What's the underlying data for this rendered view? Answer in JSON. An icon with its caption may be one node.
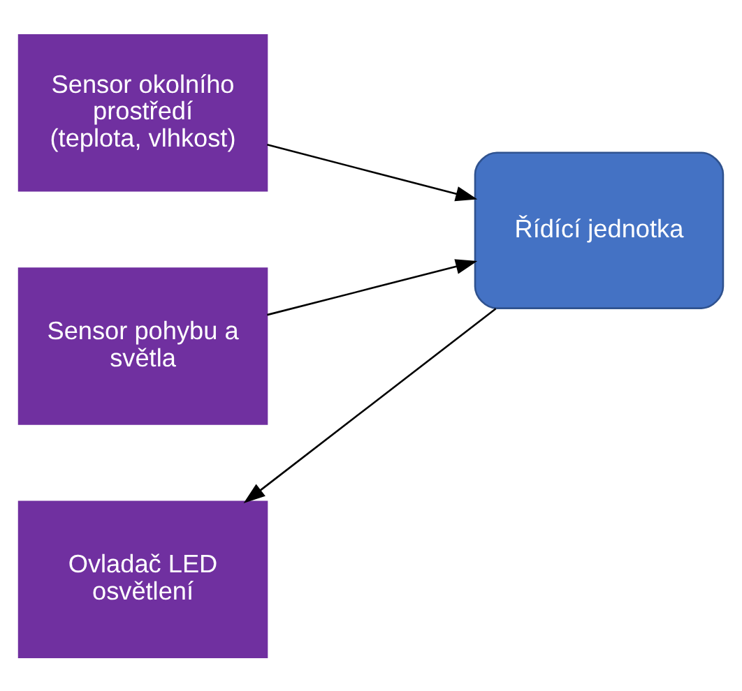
{
  "diagram": {
    "nodes": [
      {
        "text": [
          "Sensor okolního prostředí (teplota, vlhkost)"
        ]
      },
      {
        "text": [
          "Ovladač LED osvětlení"
        ]
      },
      {
        "text": [
          "Sensor pohybu a světla"
        ]
      },
      {
        "text": [
          "Řídící jednotka"
        ]
      }
    ],
    "edges": [
      {
        "from": 0,
        "to": 3,
        "arrow": "to"
      },
      {
        "from": 3,
        "to": 1,
        "arrow": "to"
      },
      {
        "from": 2,
        "to": 3,
        "arrow": "to"
      }
    ]
  }
}
